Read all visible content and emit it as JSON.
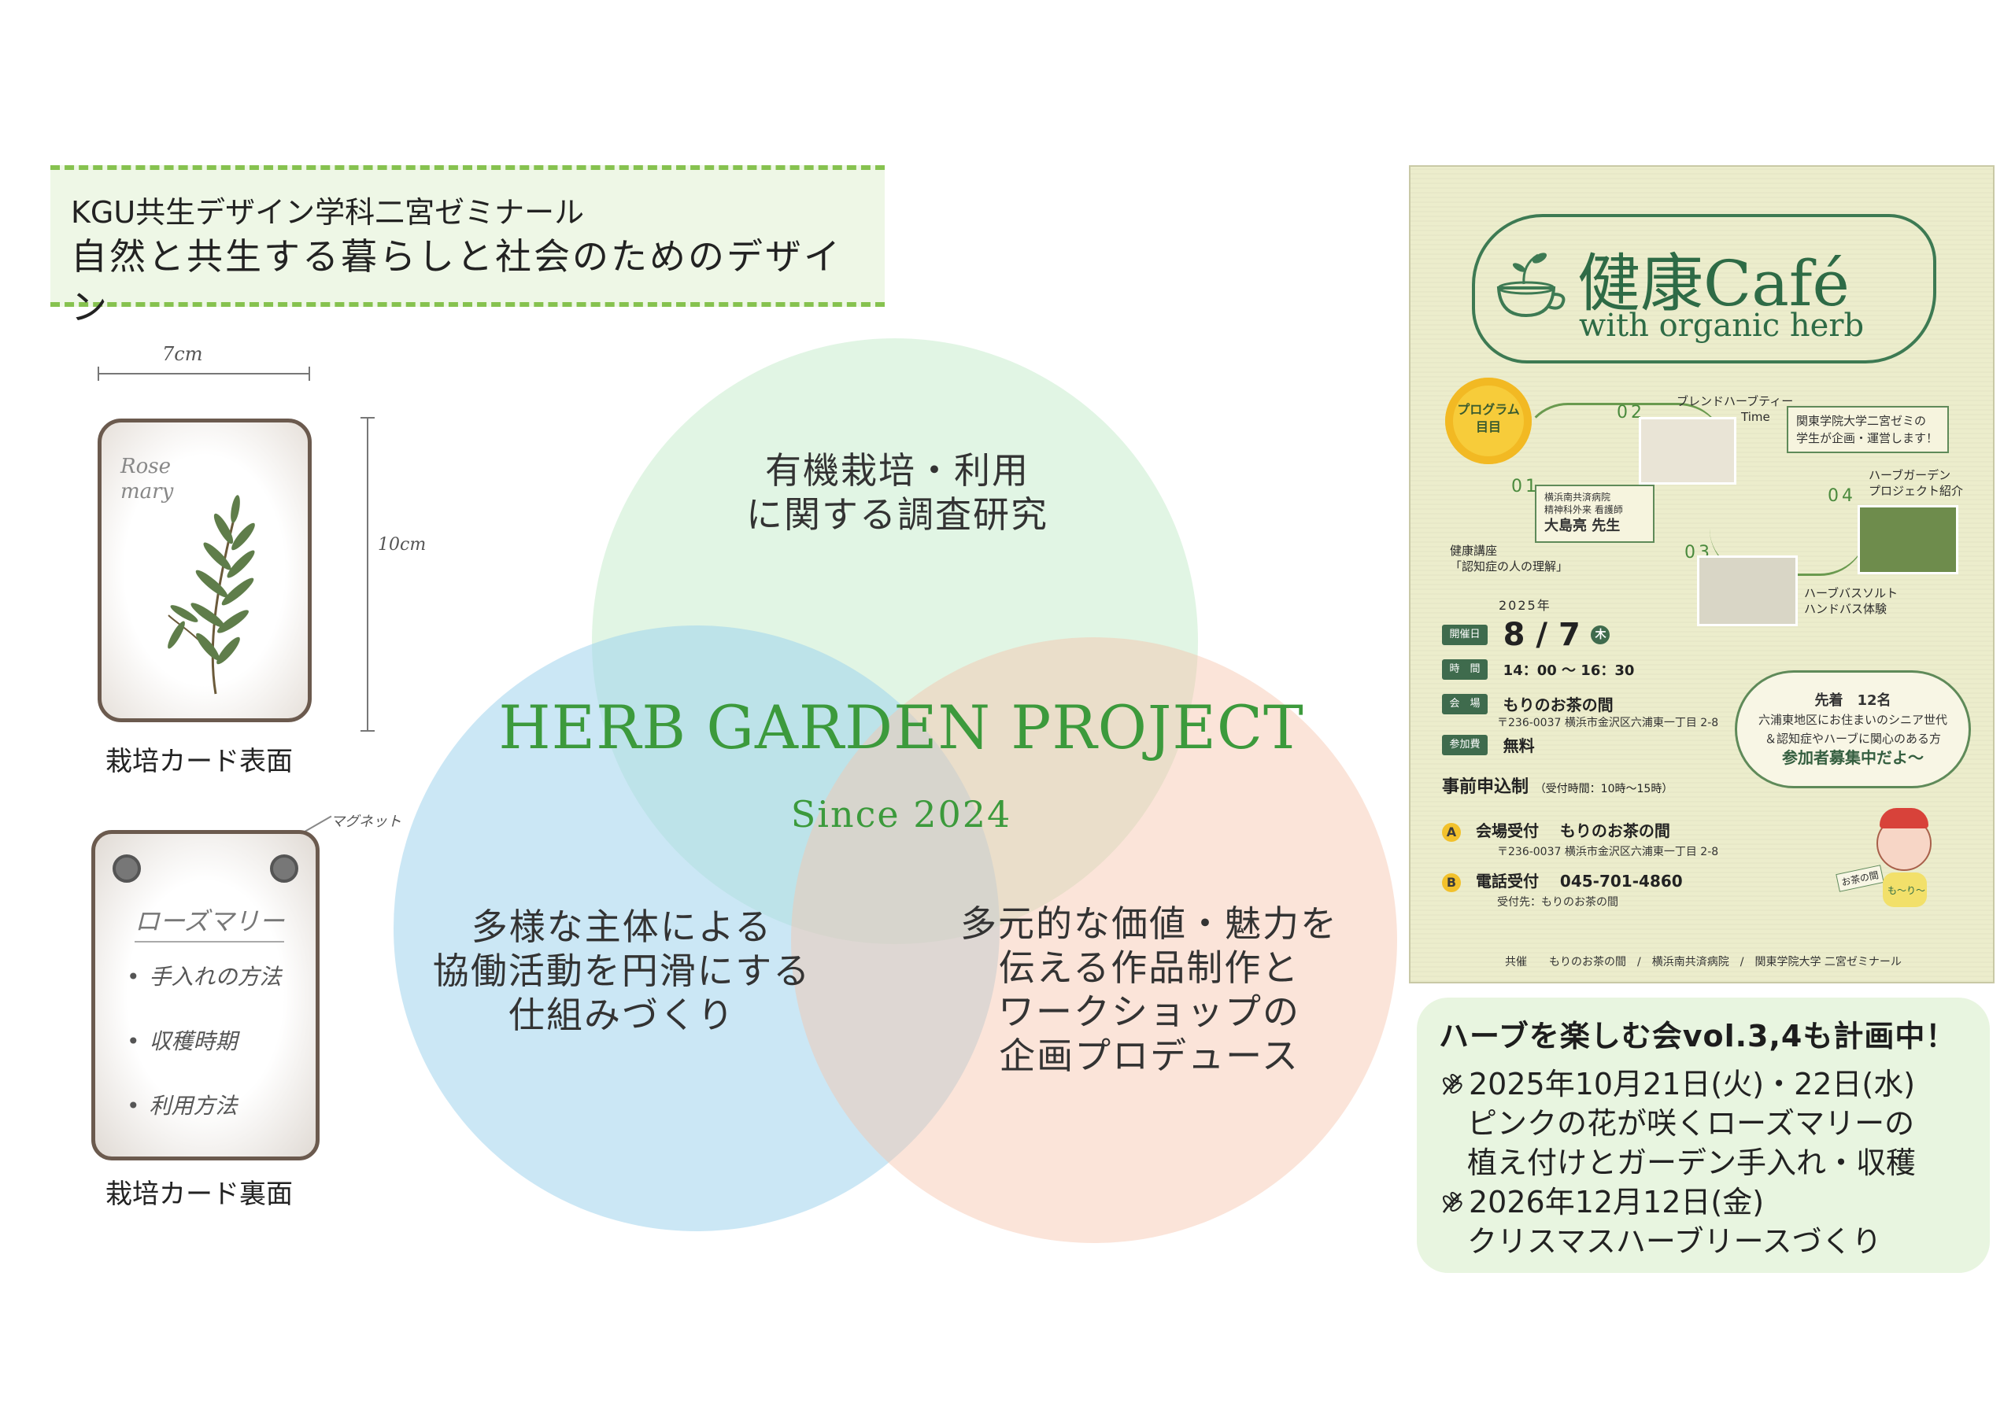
{
  "header": {
    "subtitle": "KGU共生デザイン学科二宮ゼミナール",
    "title": "自然と共生する暮らしと社会のためのデザイン"
  },
  "cards": {
    "width_label": "7cm",
    "height_label": "10cm",
    "front_script": "Rose mary",
    "front_caption": "栽培カード表面",
    "back_title": "ローズマリー",
    "back_items": [
      "手入れの方法",
      "収穫時期",
      "利用方法"
    ],
    "magnet_label": "マグネット",
    "back_caption": "栽培カード裏面"
  },
  "venn": {
    "project_title": "HERB GARDEN PROJECT",
    "since": "Since  2024",
    "top_line1": "有機栽培・利用",
    "top_line2": "に関する調査研究",
    "left_line1": "多様な主体による",
    "left_line2": "協働活動を円滑にする",
    "left_line3": "仕組みづくり",
    "right_line1": "多元的な価値・魅力を",
    "right_line2": "伝える作品制作と",
    "right_line3": "ワークショップの",
    "right_line4": "企画プロデュース"
  },
  "poster": {
    "title": "健康Café",
    "subtitle": "with organic herb",
    "program_label1": "プログラム",
    "program_label2": "目目",
    "num01": "01",
    "num02": "02",
    "num03": "03",
    "num04": "04",
    "item02_line1": "ブレンドハーブティー",
    "item02_line2": "Time",
    "kgu_line1": "関東学院大学二宮ゼミの",
    "kgu_line2": "学生が企画・運営します！",
    "item04_line1": "ハーブガーデン",
    "item04_line2": "プロジェクト紹介",
    "speaker_line1": "横浜南共済病院",
    "speaker_line2": "精神科外来 看護師",
    "speaker_name": "大島亮 先生",
    "lecture_line1": "健康講座",
    "lecture_line2": "「認知症の人の理解」",
    "item03_line1": "ハーブバスソルト",
    "item03_line2": "ハンドバス体験",
    "year": "2025年",
    "date_tag": "開催日",
    "date": "8 / 7",
    "weekday": "木",
    "time_tag": "時　間",
    "time": "14：00 ～ 16：30",
    "venue_tag": "会　場",
    "venue": "もりのお茶の間",
    "venue_addr": "〒236-0037 横浜市金沢区六浦東一丁目 2-8",
    "fee_tag": "参加費",
    "fee": "無料",
    "capacity": "先着　12名",
    "target_line1": "六浦東地区にお住まいのシニア世代",
    "target_line2": "＆認知症やハーブに関心のある方",
    "recruit": "参加者募集中だよ～",
    "apply_title": "事前申込制",
    "apply_hours": "（受付時間：10時～15時）",
    "apply_a": "会場受付　 もりのお茶の間",
    "apply_a_addr": "〒236-0037 横浜市金沢区六浦東一丁目 2-8",
    "apply_b": "電話受付　 045-701-4860",
    "apply_b_sub": "受付先：もりのお茶の間",
    "mascot_sign": "お茶の間",
    "mascot_name": "も〜り〜",
    "footer": "共催　　もりのお茶の間　/　横浜南共済病院　/　関東学院大学 二宮ゼミナール"
  },
  "info": {
    "title": "ハーブを楽しむ会vol.3,4も計画中！",
    "event1_date": "2025年10月21日(火)・22日(水)",
    "event1_line1": "ピンクの花が咲くローズマリーの",
    "event1_line2": "植え付けとガーデン手入れ・収穫",
    "event2_date": "2026年12月12日(金)",
    "event2_line1": "クリスマスハーブリースづくり"
  }
}
